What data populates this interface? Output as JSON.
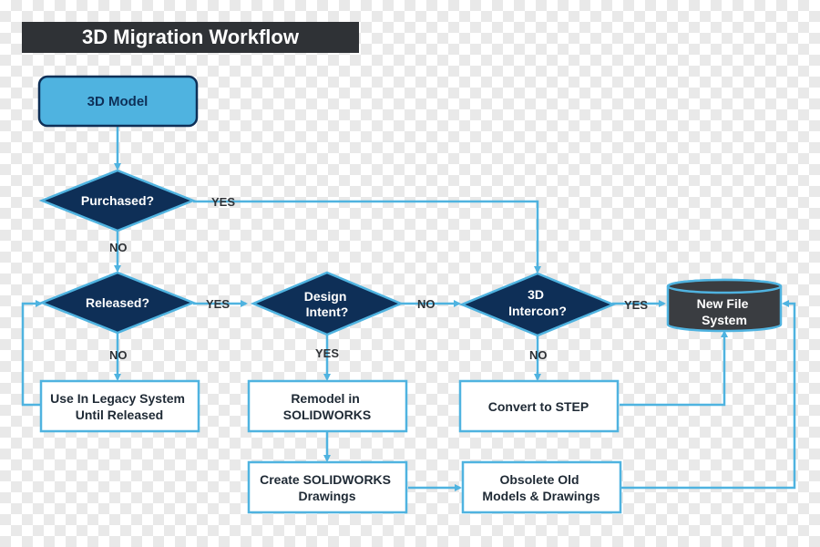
{
  "title": "3D Migration Workflow",
  "nodes": {
    "model": "3D Model",
    "purchased": "Purchased?",
    "released": "Released?",
    "design_intent": [
      "Design",
      "Intent?"
    ],
    "intercon": [
      "3D",
      "Intercon?"
    ],
    "new_fs": [
      "New File",
      "System"
    ],
    "legacy": [
      "Use In Legacy System",
      "Until Released"
    ],
    "remodel": [
      "Remodel in",
      "SOLIDWORKS"
    ],
    "create_drawings": [
      "Create SOLIDWORKS",
      "Drawings"
    ],
    "obsolete": [
      "Obsolete Old",
      "Models & Drawings"
    ],
    "convert": "Convert to STEP"
  },
  "edge_labels": {
    "purchased_yes": "YES",
    "purchased_no": "NO",
    "released_yes": "YES",
    "released_no": "NO",
    "intent_no": "NO",
    "intent_yes": "YES",
    "intercon_yes": "YES",
    "intercon_no": "NO"
  },
  "colors": {
    "accent": "#4fb3e0",
    "diamond_fill": "#0e2f57",
    "title_bg": "#2f3236",
    "cylinder_fill": "#3a3d41"
  }
}
